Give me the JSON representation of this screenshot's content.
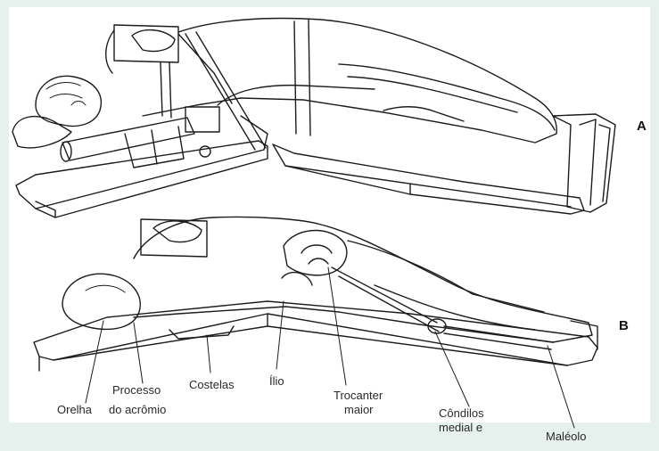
{
  "figure": {
    "panel_a_letter": "A",
    "panel_b_letter": "B",
    "labels": {
      "orelha": "Orelha",
      "acromio": "do acrômio",
      "processo": "Processo",
      "costelas": "Costelas",
      "ilio": "Ílio",
      "trocanter_line1": "Trocanter",
      "trocanter_line2": "maior",
      "condilos_line1": "Côndilos",
      "condilos_line2": "medial e",
      "maleolo": "Maléolo"
    }
  }
}
